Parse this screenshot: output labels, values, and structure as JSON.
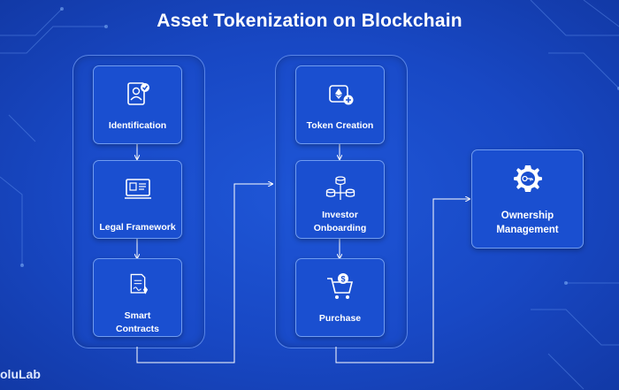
{
  "title": "Asset Tokenization on Blockchain",
  "brand": "oluLab",
  "steps": {
    "identification": "Identification",
    "legal_framework": "Legal Framework",
    "smart_contracts": "Smart\nContracts",
    "token_creation": "Token Creation",
    "investor_onboarding": "Investor\nOnboarding",
    "purchase": "Purchase",
    "ownership_management": "Ownership\nManagement"
  },
  "colors": {
    "background": "#1848c4",
    "card": "#1a4fd0",
    "line": "#ffffff"
  }
}
